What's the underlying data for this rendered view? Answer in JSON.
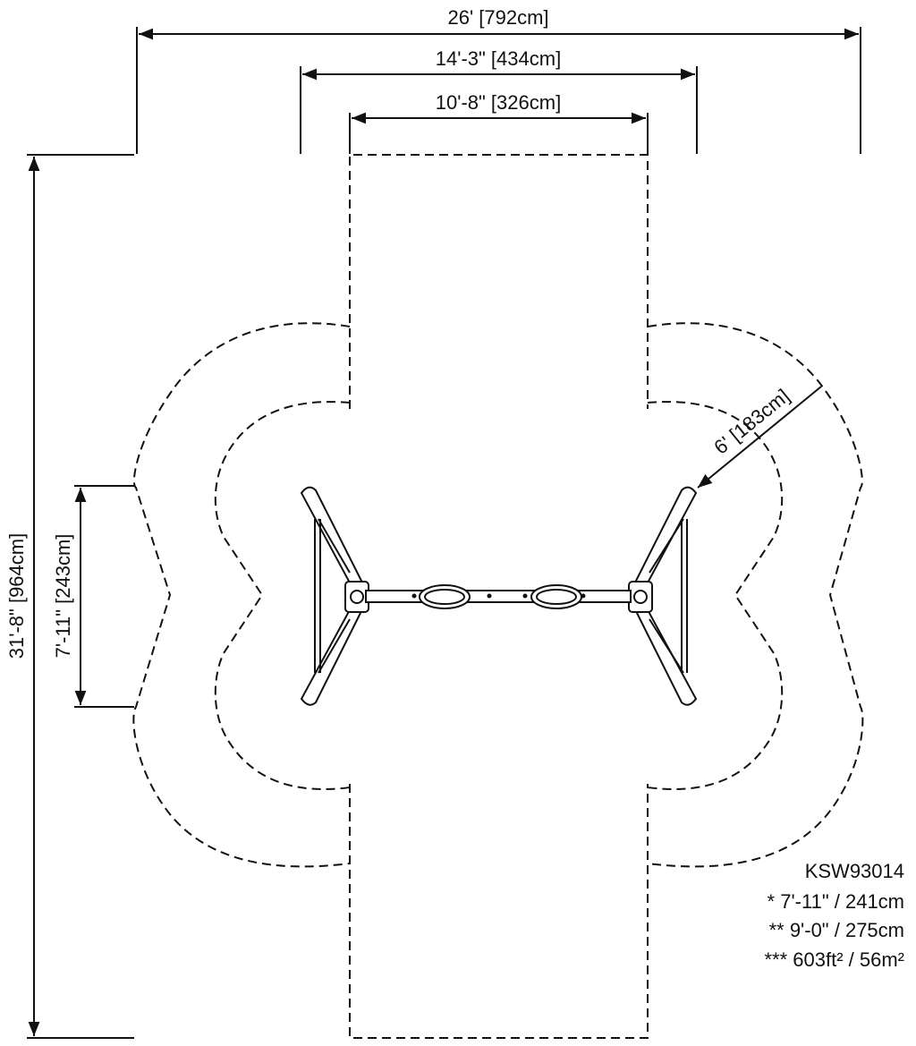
{
  "product": {
    "model": "KSW93014",
    "notes": [
      "* 7'-11\" / 241cm",
      "** 9'-0\" / 275cm",
      "*** 603ft² / 56m²"
    ]
  },
  "dimensions": {
    "overall_width": "26' [792cm]",
    "middle_width": "14'-3\" [434cm]",
    "inner_width": "10'-8\" [326cm]",
    "overall_length": "31'-8\" [964cm]",
    "frame_width": "7'-11\" [243cm]",
    "radius": "6' [183cm]"
  }
}
